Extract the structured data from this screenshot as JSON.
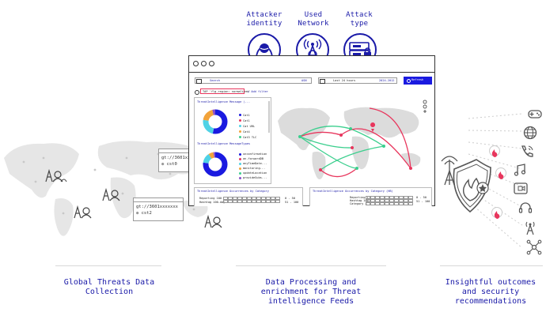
{
  "top_labels": {
    "attacker_identity": "Attacker\nidentity",
    "used_network": "Used\nNetwork",
    "attack_type": "Attack\ntype"
  },
  "bottom_labels": {
    "left": "Global Threats Data\nCollection",
    "middle": "Data Processing and\nenrichment for Threat\nintelligence Feeds",
    "right": "Insightful outcomes\nand security\nrecommendations"
  },
  "callouts": [
    {
      "addr": "gt://3601xx",
      "name": "cst0"
    },
    {
      "addr": "gt://3601xxxxxxx",
      "name": "cst2"
    }
  ],
  "app": {
    "search_placeholder": "Search",
    "search_tag": "ASN",
    "date_range": "Last 24 hours",
    "date_tag": "2024-2012",
    "refresh_label": "Refresh",
    "filter_chip": "TAP 'flg.region: normalized'",
    "add_filter": "+ Add filter",
    "donut1": {
      "title": "ThreatIntelligence Message (...",
      "legend": [
        "Cat1",
        "Cat1",
        "Cat URL",
        "Cat4",
        "Cat3 TLC"
      ]
    },
    "donut2": {
      "title": "ThreatIntelligence MessageTypes",
      "legend": [
        "unconfirmation",
        "an-forwardDB",
        "anyTimeDate...",
        "monitoring...",
        "updateLocation",
        "provideSubs..."
      ]
    },
    "bottom_panel_left": {
      "title": "ThreatIntelligence Occurrences by Category",
      "rows": [
        "Reporting 100",
        "Hashtag 100-day"
      ],
      "scale": [
        "0 - 50",
        "51 - 100"
      ]
    },
    "bottom_panel_right": {
      "title": "ThreatIntelligence Occurrences by Category (HB)",
      "rows": [
        "Reporting 1",
        "Hashtag 100",
        "Category 4"
      ],
      "scale": [
        "0 - 50",
        "51 - 100"
      ]
    }
  },
  "colors": {
    "accent": "#1a1aa8",
    "arc_green": "#3ccf8e",
    "arc_red": "#e8365d",
    "donut_blue": "#1a1ae0",
    "donut_orange": "#f2a33a",
    "donut_cyan": "#4fd2e6",
    "donut_purple": "#8a4fc9"
  },
  "icons": {
    "attacker": "hacker-icon",
    "network": "antenna-icon",
    "attack_type": "server-lock-icon",
    "outcome": "shield-fire-icon"
  }
}
